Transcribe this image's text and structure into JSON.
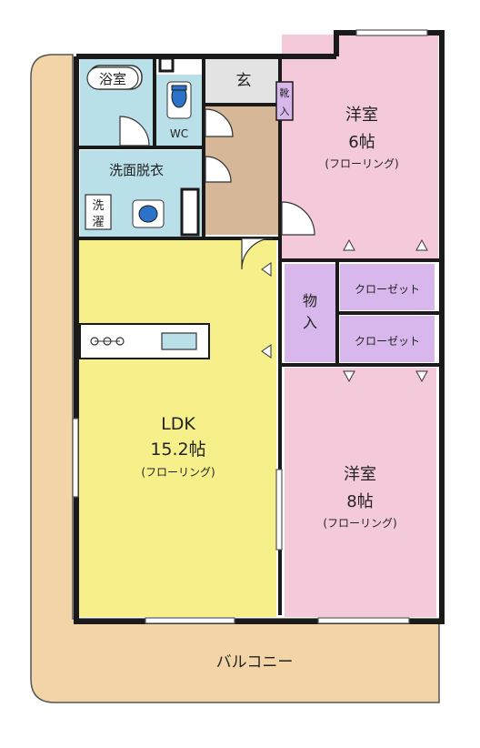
{
  "colors": {
    "balcony": "#f2d4a6",
    "ldk": "#f7f08a",
    "bedroom": "#f4cadb",
    "wet_area": "#b9dfe9",
    "storage": "#d8b8ec",
    "hall": "#d6b898",
    "genkan": "#e3e3e3",
    "wall": "#1a1a1a"
  },
  "rooms": {
    "bath": "浴室",
    "wc": "WC",
    "genkan": "玄",
    "shoe_closet": [
      "靴",
      "入"
    ],
    "washroom": "洗面脱衣",
    "laundry": [
      "洗",
      "濯"
    ],
    "bedroom1": {
      "name": "洋室",
      "size": "6帖",
      "floor": "(フローリング)"
    },
    "storage": [
      "物",
      "入"
    ],
    "closet1": "クローゼット",
    "closet2": "クローゼット",
    "ldk": {
      "name": "LDK",
      "size": "15.2帖",
      "floor": "(フローリング)"
    },
    "bedroom2": {
      "name": "洋室",
      "size": "8帖",
      "floor": "(フローリング)"
    },
    "balcony": "バルコニー"
  }
}
